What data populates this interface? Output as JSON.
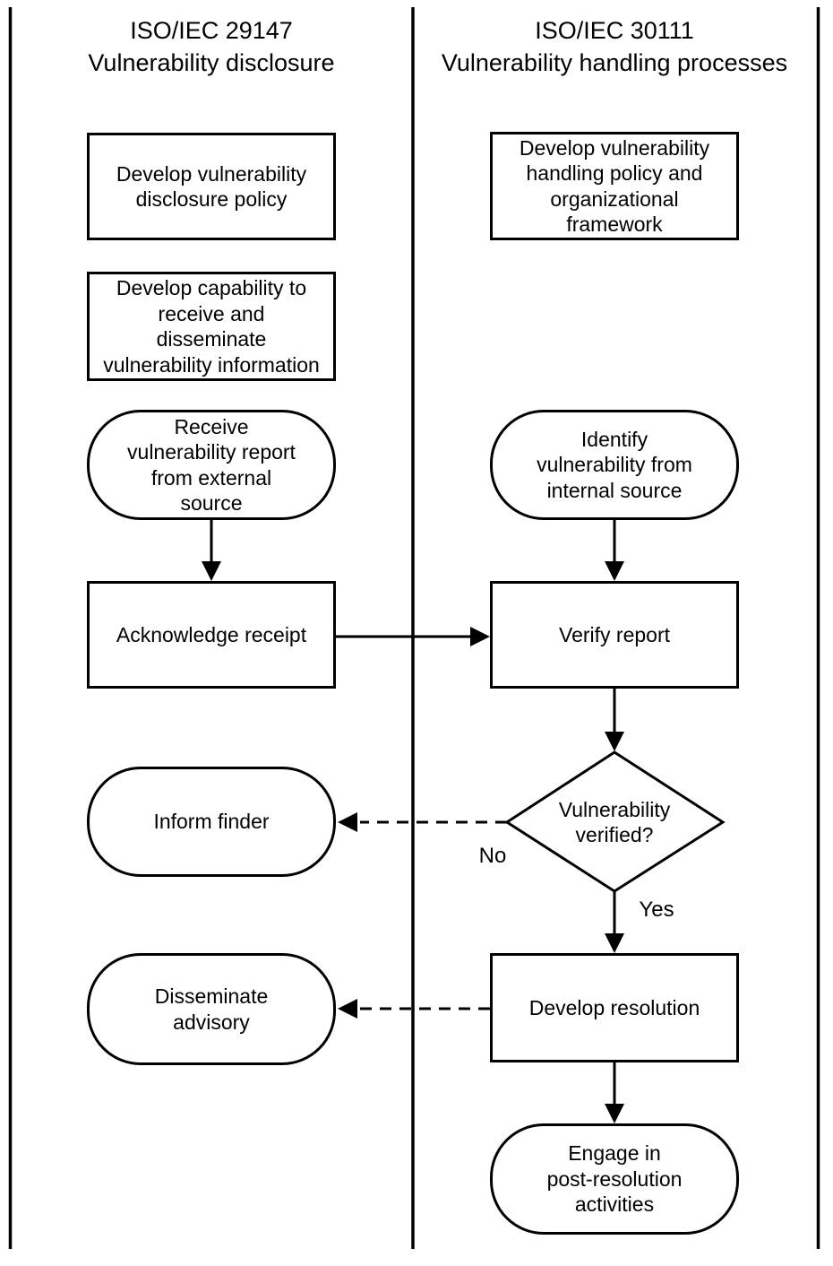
{
  "headers": {
    "left": "ISO/IEC 29147\nVulnerability disclosure",
    "right": "ISO/IEC 30111\nVulnerability handling processes"
  },
  "nodes": {
    "develop_disclosure_policy": "Develop vulnerability\ndisclosure policy",
    "develop_capability": "Develop capability to\nreceive and\ndisseminate\nvulnerability information",
    "receive_report": "Receive\nvulnerability report\nfrom external\nsource",
    "acknowledge_receipt": "Acknowledge receipt",
    "inform_finder": "Inform finder",
    "disseminate_advisory": "Disseminate\nadvisory",
    "develop_handling_policy": "Develop vulnerability\nhandling policy and\norganizational\nframework",
    "identify_vulnerability": "Identify\nvulnerability from\ninternal source",
    "verify_report": "Verify report",
    "vulnerability_verified": "Vulnerability\nverified?",
    "develop_resolution": "Develop resolution",
    "engage_post_resolution": "Engage in\npost-resolution\nactivities"
  },
  "edge_labels": {
    "no": "No",
    "yes": "Yes"
  },
  "colors": {
    "line": "#000000",
    "background": "#ffffff",
    "text": "#000000"
  }
}
